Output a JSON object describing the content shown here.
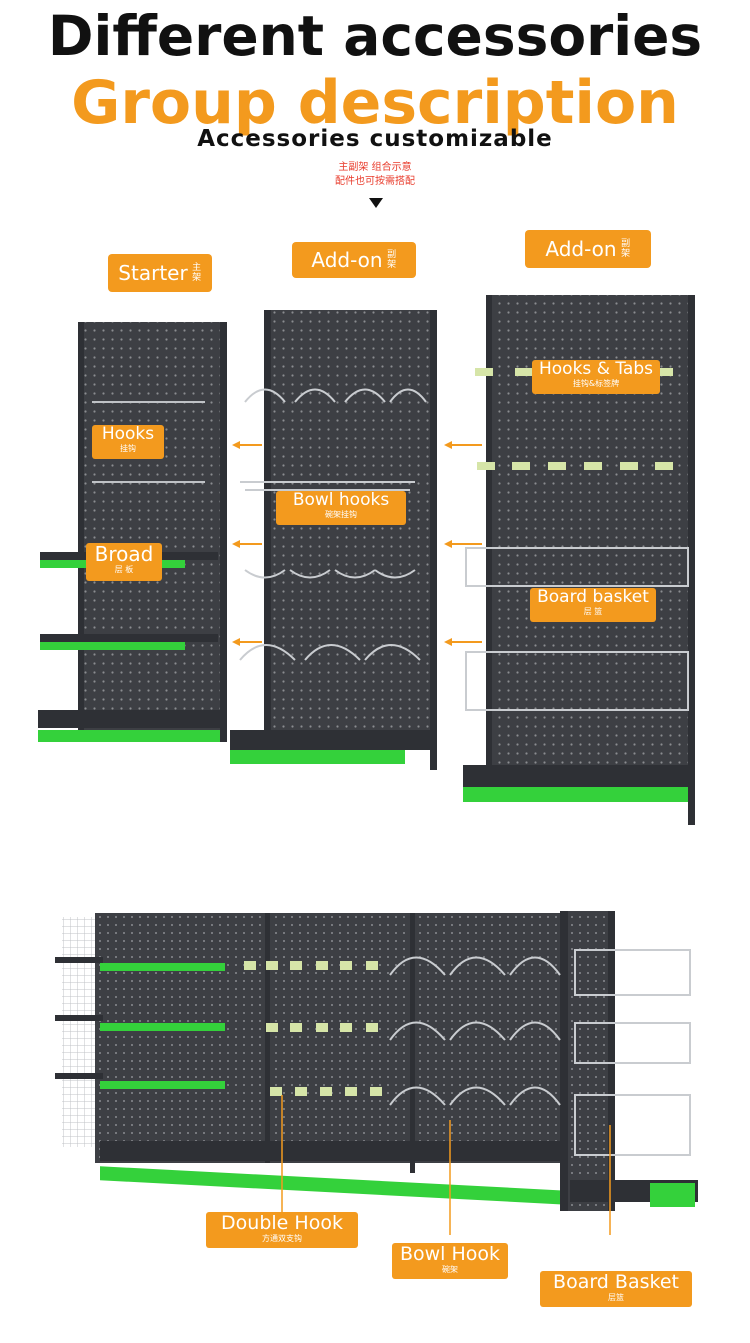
{
  "heading": {
    "title": "Different accessories",
    "subtitle": "Group description",
    "tagline": "Accessories customizable",
    "note_cn_1": "主副架 组合示意",
    "note_cn_2": "配件也可按需搭配"
  },
  "columns": [
    {
      "label": "Starter",
      "label_cn": "主架"
    },
    {
      "label": "Add-on",
      "label_cn": "副架"
    },
    {
      "label": "Add-on",
      "label_cn": "副架"
    }
  ],
  "top_labels": {
    "hooks": {
      "en": "Hooks",
      "cn": "挂钩"
    },
    "broad": {
      "en": "Broad",
      "cn": "层  板"
    },
    "bowl_hooks": {
      "en": "Bowl hooks",
      "cn": "碗架挂钩"
    },
    "hooks_tabs": {
      "en": "Hooks & Tabs",
      "cn": "挂钩&标签牌"
    },
    "board_basket": {
      "en": "Board basket",
      "cn": "层  篮"
    }
  },
  "bottom_labels": {
    "double_hook": {
      "en": "Double Hook",
      "cn": "方通双支钩"
    },
    "bowl_hook": {
      "en": "Bowl Hook",
      "cn": "碗架"
    },
    "board_basket": {
      "en": "Board Basket",
      "cn": "层篮"
    }
  },
  "colors": {
    "accent": "#f39a1e",
    "shelf_green": "#34d13b",
    "frame": "#3d3f44"
  }
}
